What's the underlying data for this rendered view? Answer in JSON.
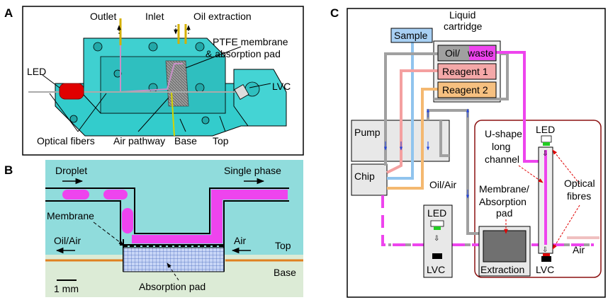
{
  "panels": {
    "a": {
      "letter": "A",
      "labels": {
        "outlet": "Outlet",
        "inlet": "Inlet",
        "oil_extraction": "Oil extraction",
        "ptfe_line1": "PTFE membrane",
        "ptfe_line2": "& absorption pad",
        "led": "LED",
        "lvc": "LVC",
        "optical_fibers": "Optical fibers",
        "air_pathway": "Air pathway",
        "base": "Base",
        "top": "Top"
      }
    },
    "b": {
      "letter": "B",
      "labels": {
        "droplet": "Droplet",
        "single_phase": "Single phase",
        "membrane": "Membrane",
        "oil_air": "Oil/Air",
        "air": "Air",
        "top": "Top",
        "base": "Base",
        "scale": "1 mm",
        "absorption_pad": "Absorption pad"
      }
    },
    "c": {
      "letter": "C",
      "labels": {
        "sample": "Sample",
        "liquid_line1": "Liquid",
        "liquid_line2": "cartridge",
        "oil": "Oil/",
        "waste": "waste",
        "reagent1": "Reagent 1",
        "reagent2": "Reagent 2",
        "pump": "Pump",
        "chip": "Chip",
        "oil_air": "Oil/Air",
        "led_left": "LED",
        "lvc_left": "LVC",
        "extraction": "Extraction",
        "ushape_line1": "U-shape",
        "ushape_line2": "long",
        "ushape_line3": "channel",
        "membrane_line1": "Membrane/",
        "membrane_line2": "Absorption",
        "membrane_line3": "pad",
        "optical_line1": "Optical",
        "optical_line2": "fibres",
        "led_right": "LED",
        "lvc_right": "LVC",
        "air": "Air"
      }
    }
  },
  "colors": {
    "device_cyan": "#33cccc",
    "fluid_magenta": "#ee44ee",
    "base_green": "#dcebd6",
    "top_cyan": "#90dcdc",
    "pad_blue": "#b8c8f0",
    "pink_line": "#f4a0a0",
    "orange_line": "#f4b870",
    "blue_line": "#90c4ee",
    "grey_line": "#a0a0a0",
    "extraction_box": "#707070",
    "arrow_red": "#e00000",
    "led_green": "#22cc22",
    "led_red": "#dd0000"
  }
}
